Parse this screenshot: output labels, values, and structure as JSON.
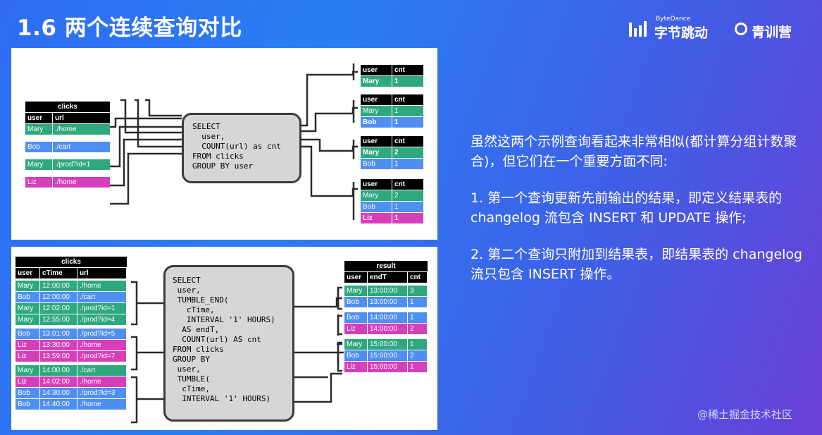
{
  "header": {
    "title": "1.6 两个连续查询对比",
    "brand_bytedance_small": "ByteDance",
    "brand_bytedance": "字节跳动",
    "brand_camp": "青训营"
  },
  "colors": {
    "green": "#2ea87f",
    "blue": "#4f8ef3",
    "magenta": "#d63fb9"
  },
  "query1": {
    "input": {
      "title": "clicks",
      "headers": [
        "user",
        "url"
      ],
      "rows": [
        {
          "user": "Mary",
          "url": "./home",
          "color": "green"
        },
        {
          "user": "Bob",
          "url": "./cart",
          "color": "blue"
        },
        {
          "user": "Mary",
          "url": "./prod?id=1",
          "color": "green"
        },
        {
          "user": "Liz",
          "url": "./home",
          "color": "magenta"
        }
      ]
    },
    "sql": "SELECT\n  user,\n  COUNT(url) as cnt\nFROM clicks\nGROUP BY user",
    "outputs": [
      {
        "headers": [
          "user",
          "cnt"
        ],
        "rows": [
          {
            "user": "Mary",
            "cnt": "1",
            "color": "green",
            "bold": true
          }
        ]
      },
      {
        "headers": [
          "user",
          "cnt"
        ],
        "rows": [
          {
            "user": "Mary",
            "cnt": "1",
            "color": "green",
            "bold": false
          },
          {
            "user": "Bob",
            "cnt": "1",
            "color": "blue",
            "bold": true
          }
        ]
      },
      {
        "headers": [
          "user",
          "cnt"
        ],
        "rows": [
          {
            "user": "Mary",
            "cnt": "2",
            "color": "green",
            "bold": true
          },
          {
            "user": "Bob",
            "cnt": "1",
            "color": "blue",
            "bold": false
          }
        ]
      },
      {
        "headers": [
          "user",
          "cnt"
        ],
        "rows": [
          {
            "user": "Mary",
            "cnt": "2",
            "color": "green",
            "bold": false
          },
          {
            "user": "Bob",
            "cnt": "1",
            "color": "blue",
            "bold": false
          },
          {
            "user": "Liz",
            "cnt": "1",
            "color": "magenta",
            "bold": true
          }
        ]
      }
    ]
  },
  "query2": {
    "input": {
      "title": "clicks",
      "headers": [
        "user",
        "cTime",
        "url"
      ],
      "groups": [
        [
          {
            "user": "Mary",
            "cTime": "12:00:00",
            "url": "./home",
            "color": "green"
          },
          {
            "user": "Bob",
            "cTime": "12:00:00",
            "url": "./cart",
            "color": "blue"
          },
          {
            "user": "Mary",
            "cTime": "12:02:00",
            "url": "./prod?id=1",
            "color": "green"
          },
          {
            "user": "Mary",
            "cTime": "12:55:00",
            "url": "./prod?id=4",
            "color": "green"
          }
        ],
        [
          {
            "user": "Bob",
            "cTime": "13:01:00",
            "url": "./prod?id=5",
            "color": "blue"
          },
          {
            "user": "Liz",
            "cTime": "13:30:00",
            "url": "./home",
            "color": "magenta"
          },
          {
            "user": "Liz",
            "cTime": "13:59:00",
            "url": "./prod?id=7",
            "color": "magenta"
          }
        ],
        [
          {
            "user": "Mary",
            "cTime": "14:00:00",
            "url": "./cart",
            "color": "green"
          },
          {
            "user": "Liz",
            "cTime": "14:02:00",
            "url": "./home",
            "color": "magenta"
          },
          {
            "user": "Bob",
            "cTime": "14:30:00",
            "url": "./prod?id=3",
            "color": "blue"
          },
          {
            "user": "Bob",
            "cTime": "14:40:00",
            "url": "./home",
            "color": "blue"
          }
        ]
      ]
    },
    "sql": "SELECT\n user,\n TUMBLE_END(\n   cTime,\n   INTERVAL '1' HOURS)\n  AS endT,\n  COUNT(url) AS cnt\nFROM clicks\nGROUP BY\n user,\n TUMBLE(\n  cTime,\n  INTERVAL '1' HOURS)",
    "output": {
      "title": "result",
      "headers": [
        "user",
        "endT",
        "cnt"
      ],
      "groups": [
        [
          {
            "user": "Mary",
            "endT": "13:00:00",
            "cnt": "3",
            "color": "green"
          },
          {
            "user": "Bob",
            "endT": "13:00:00",
            "cnt": "1",
            "color": "blue"
          }
        ],
        [
          {
            "user": "Bob",
            "endT": "14:00:00",
            "cnt": "1",
            "color": "blue"
          },
          {
            "user": "Liz",
            "endT": "14:00:00",
            "cnt": "2",
            "color": "magenta"
          }
        ],
        [
          {
            "user": "Mary",
            "endT": "15:00:00",
            "cnt": "1",
            "color": "green"
          },
          {
            "user": "Bob",
            "endT": "15:00:00",
            "cnt": "2",
            "color": "blue"
          },
          {
            "user": "Liz",
            "endT": "15:00:00",
            "cnt": "1",
            "color": "magenta"
          }
        ]
      ]
    }
  },
  "description": {
    "intro": "虽然这两个示例查询看起来非常相似(都计算分组计数聚合)，但它们在一个重要方面不同:",
    "point1": "1. 第一个查询更新先前输出的结果，即定义结果表的 changelog 流包含 INSERT 和 UPDATE 操作;",
    "point2": "2. 第二个查询只附加到结果表，即结果表的 changelog 流只包含 INSERT 操作。"
  },
  "watermark": "@稀土掘金技术社区"
}
